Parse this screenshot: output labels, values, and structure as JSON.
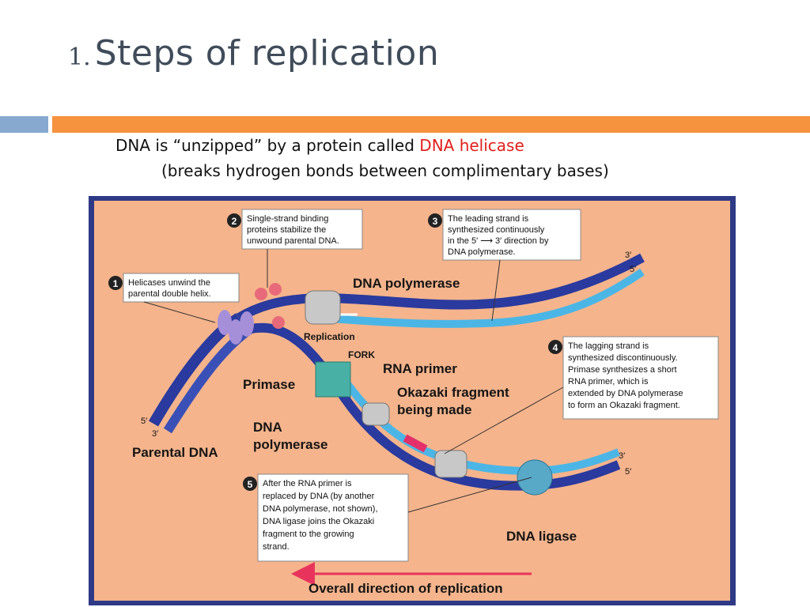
{
  "slide": {
    "number": "1.",
    "title": "Steps of replication",
    "intro_prefix": "DNA is “unzipped” by a protein called ",
    "intro_highlight": "DNA helicase",
    "intro_line2": "(breaks hydrogen bonds between complimentary bases)",
    "colors": {
      "accent_blue": "#87a9cf",
      "accent_orange": "#f5933f",
      "title": "#404c5a",
      "highlight": "#e0201c"
    }
  },
  "diagram": {
    "steps": [
      {
        "num": "1",
        "lines": [
          "Helicases unwind the",
          "parental double helix."
        ]
      },
      {
        "num": "2",
        "lines": [
          "Single-strand binding",
          "proteins stabilize the",
          "unwound parental DNA."
        ]
      },
      {
        "num": "3",
        "lines": [
          "The leading strand is",
          "synthesized continuously",
          "in the 5′ ⟶ 3′ direction by",
          "DNA polymerase."
        ]
      },
      {
        "num": "4",
        "lines": [
          "The lagging strand is",
          "synthesized discontinuously.",
          "Primase synthesizes a short",
          "RNA primer, which is",
          "extended by DNA polymerase",
          "to form an Okazaki fragment."
        ]
      },
      {
        "num": "5",
        "lines": [
          "After the RNA primer is",
          "replaced by DNA (by another",
          "DNA polymerase, not shown),",
          "DNA ligase joins the Okazaki",
          "fragment to the growing",
          "strand."
        ]
      }
    ],
    "labels": {
      "dna_polymerase_top": "DNA polymerase",
      "replication": "Replication",
      "fork": "FORK",
      "rna_primer": "RNA primer",
      "primase": "Primase",
      "okazaki_1": "Okazaki fragment",
      "okazaki_2": "being made",
      "dna_pol_lower_1": "DNA",
      "dna_pol_lower_2": "polymerase",
      "parental_dna": "Parental DNA",
      "dna_ligase": "DNA ligase",
      "direction": "Overall direction of replication",
      "prime_3_top": "3′",
      "prime_5_top": "5′",
      "prime_3_low": "3′",
      "prime_5_low": "5′",
      "prime_5_left": "5′",
      "prime_3_left": "3′"
    }
  }
}
